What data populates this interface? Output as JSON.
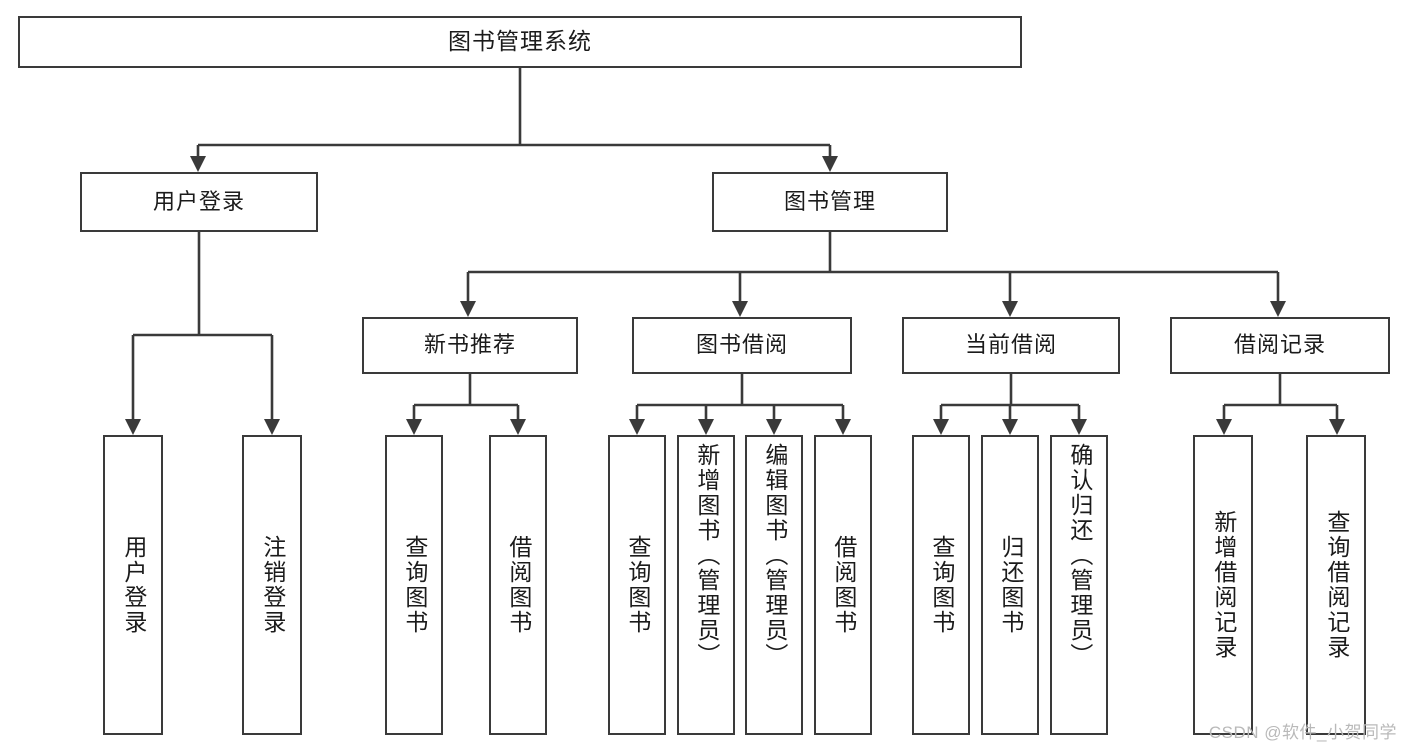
{
  "diagram": {
    "title": "图书管理系统",
    "watermark": "CSDN @软件_小贺同学",
    "colors": {
      "stroke": "#3a3a3a",
      "background": "#ffffff",
      "text": "#1b1b1b",
      "watermark": "#b9b9b9"
    },
    "root": {
      "label": "图书管理系统"
    },
    "level2": [
      {
        "label": "用户登录"
      },
      {
        "label": "图书管理"
      }
    ],
    "level3": [
      {
        "label": "新书推荐"
      },
      {
        "label": "图书借阅"
      },
      {
        "label": "当前借阅"
      },
      {
        "label": "借阅记录"
      }
    ],
    "leaves": {
      "user_login": [
        {
          "label": "用户登录"
        },
        {
          "label": "注销登录"
        }
      ],
      "new_book": [
        {
          "label": "查询图书"
        },
        {
          "label": "借阅图书"
        }
      ],
      "borrow_book": [
        {
          "label": "查询图书"
        },
        {
          "label": "新增图书（管理员）"
        },
        {
          "label": "编辑图书（管理员）"
        },
        {
          "label": "借阅图书"
        }
      ],
      "current_borrow": [
        {
          "label": "查询图书"
        },
        {
          "label": "归还图书"
        },
        {
          "label": "确认归还（管理员）"
        }
      ],
      "borrow_record": [
        {
          "label": "新增借阅记录"
        },
        {
          "label": "查询借阅记录"
        }
      ]
    }
  }
}
